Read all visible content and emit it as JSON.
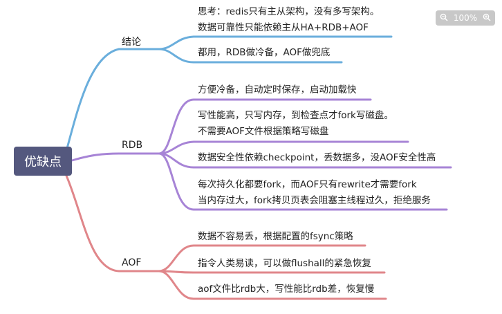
{
  "root": {
    "label": "优缺点"
  },
  "zoom": {
    "level": "100%",
    "out_icon": "zoom-out-icon",
    "in_icon": "zoom-in-icon"
  },
  "colors": {
    "branch1": "#6aaedc",
    "branch2": "#a784d6",
    "branch3": "#e0868a",
    "root_bg": "#54587e"
  },
  "branches": [
    {
      "label": "结论",
      "leaves": [
        {
          "lines": [
            "思考：redis只有主从架构，没有多写架构。",
            "数据可靠性只能依赖主从HA+RDB+AOF"
          ]
        },
        {
          "lines": [
            "都用，RDB做冷备，AOF做兜底"
          ]
        }
      ]
    },
    {
      "label": "RDB",
      "leaves": [
        {
          "lines": [
            "方便冷备，自动定时保存，启动加载快"
          ]
        },
        {
          "lines": [
            "写性能高，只写内存，到检查点才fork写磁盘。",
            "不需要AOF文件根据策略写磁盘"
          ]
        },
        {
          "lines": [
            "数据安全性依赖checkpoint，丢数据多，没AOF安全性高"
          ]
        },
        {
          "lines": [
            "每次持久化都要fork，而AOF只有rewrite才需要fork",
            "当内存过大，fork拷贝页表会阻塞主线程过久，拒绝服务"
          ]
        }
      ]
    },
    {
      "label": "AOF",
      "leaves": [
        {
          "lines": [
            "数据不容易丢，根据配置的fsync策略"
          ]
        },
        {
          "lines": [
            "指令人类易读，可以做flushall的紧急恢复"
          ]
        },
        {
          "lines": [
            "aof文件比rdb大，写性能比rdb差，恢复慢"
          ]
        }
      ]
    }
  ]
}
